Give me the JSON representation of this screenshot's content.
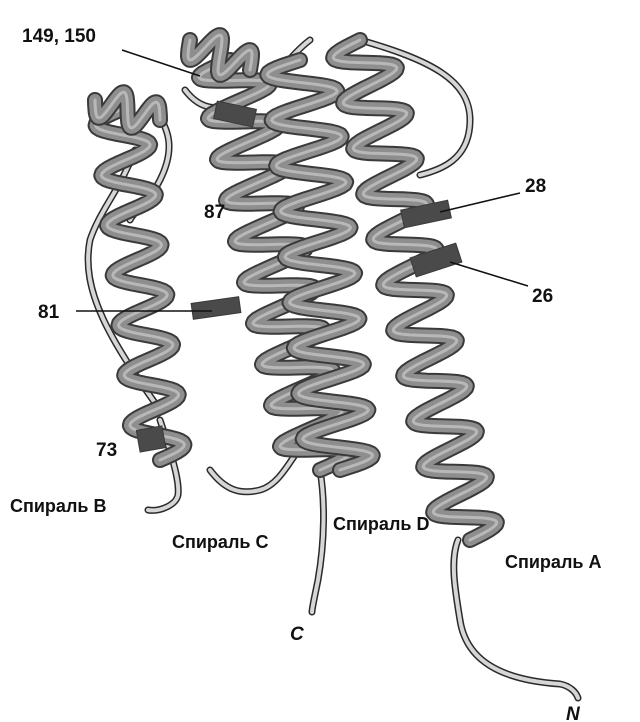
{
  "colors": {
    "helix_stroke": "#3a3a3a",
    "helix_fill": "#8e8e8e",
    "helix_highlight": "#b8b8b8",
    "helix_dark": "#4a4a4a",
    "loop_fill": "#d6d6d6",
    "loop_stroke": "#2a2a2a",
    "leader": "#111111"
  },
  "labels": {
    "residue_149_150": "149, 150",
    "residue_87": "87",
    "residue_81": "81",
    "residue_73": "73",
    "residue_28": "28",
    "residue_26": "26",
    "helix_a": "Спираль A",
    "helix_b": "Спираль B",
    "helix_c": "Спираль C",
    "helix_d": "Спираль D",
    "terminus_c": "C",
    "terminus_n": "N"
  }
}
